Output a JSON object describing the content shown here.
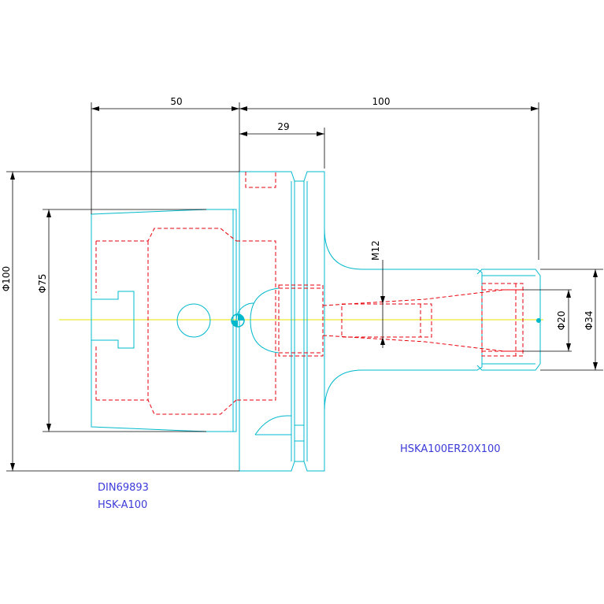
{
  "dimensions": {
    "length_taper": "50",
    "length_total": "100",
    "length_flange": "29",
    "dia_100": "Φ100",
    "dia_75": "Φ75",
    "thread_m12": "M12",
    "dia_20": "Φ20",
    "dia_34": "Φ34"
  },
  "notes": {
    "part_code": "HSKA100ER20X100",
    "standard": "DIN69893",
    "interface": "HSK-A100"
  },
  "colors": {
    "outline": "#00b8cc",
    "hidden_lines": "#e8000b",
    "dimensions": "#000000",
    "centerline": "#e6e600",
    "annotation_text": "#3b3bd9"
  }
}
